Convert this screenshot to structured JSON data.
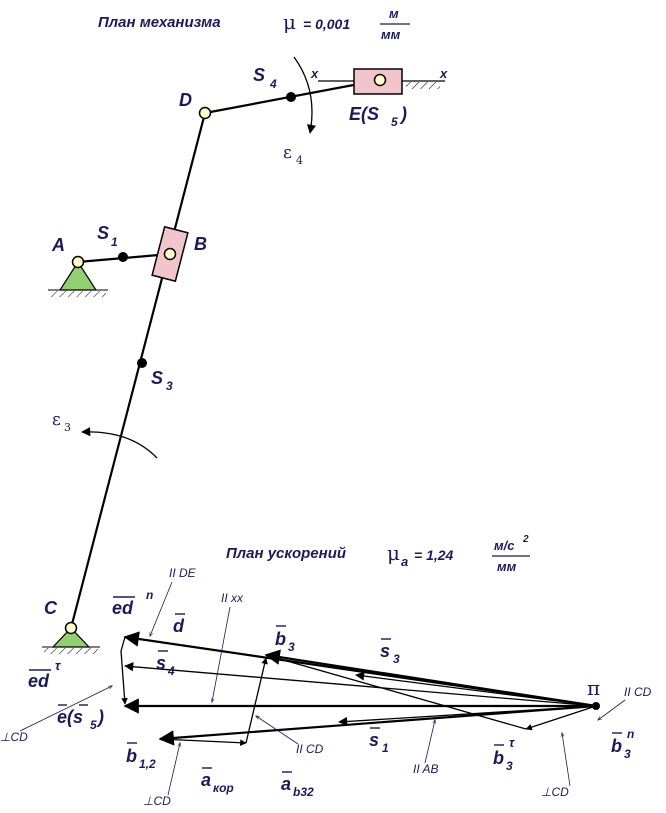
{
  "mechanism": {
    "title": "План механизма",
    "mu_symbol": "μ",
    "mu_value": "= 0,001",
    "mu_unit_num": "м",
    "mu_unit_den": "мм",
    "points": {
      "A": "A",
      "S1": "S",
      "S1_sub": "1",
      "B": "B",
      "D": "D",
      "S4": "S",
      "S4_sub": "4",
      "E": "E(S",
      "E_sub": "5",
      "E_close": ")",
      "S3": "S",
      "S3_sub": "3",
      "C": "C"
    },
    "axis_x_left": "x",
    "axis_x_right": "x",
    "eps4": "ε",
    "eps4_sub": "4",
    "eps3": "ε",
    "eps3_sub": "3"
  },
  "accel_plan": {
    "title": "План ускорений",
    "mu_symbol": "μ",
    "mu_sub": "a",
    "mu_value": "= 1,24",
    "mu_unit_num": "м/с",
    "mu_unit_exp": "2",
    "mu_unit_den": "мм",
    "pole": "π",
    "labels": {
      "ed_n": "ed",
      "ed_n_sup": "n",
      "d": "d",
      "s4": "s",
      "s4_sub": "4",
      "b3": "b",
      "b3_sub": "3",
      "s3": "s",
      "s3_sub": "3",
      "ed_tau": "ed",
      "ed_tau_sup": "τ",
      "e_s5": "e(s",
      "e_s5_sub": "5",
      "e_s5_close": ")",
      "s1": "s",
      "s1_sub": "1",
      "b12": "b",
      "b12_sub": "1,2",
      "a_kor": "a",
      "a_kor_sub": "кор",
      "a_b32": "a",
      "a_b32_sub": "b32",
      "b3_tau": "b",
      "b3_tau_sub": "3",
      "b3_tau_sup": "τ",
      "b3_n": "b",
      "b3_n_sub": "3",
      "b3_n_sup": "n"
    },
    "notes": {
      "par_DE": "II DE",
      "par_xx": "II xx",
      "perp_CD_left": "⊥CD",
      "par_CD_mid": "II CD",
      "par_AB": "II AB",
      "perp_CD_bl": "⊥CD",
      "perp_CD_br": "⊥CD",
      "par_CD_right": "II CD"
    }
  }
}
